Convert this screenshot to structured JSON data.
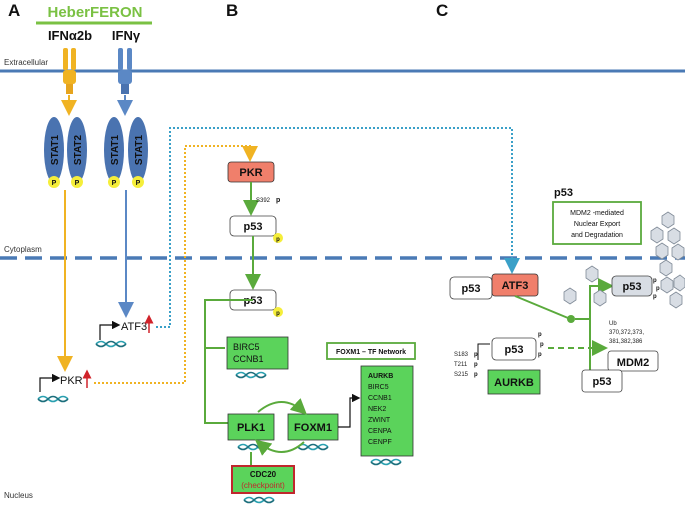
{
  "panels": {
    "a": "A",
    "b": "B",
    "c": "C"
  },
  "brand": "HeberFERON",
  "ligands": {
    "ifna": "IFNα2b",
    "ifng": "IFNγ"
  },
  "zones": {
    "extracellular": "Extracellular",
    "cytoplasm": "Cytoplasm",
    "nucleus": "Nucleus"
  },
  "stat": {
    "stat1": "STAT1",
    "stat2": "STAT2",
    "p": "P"
  },
  "genes": {
    "atf3": "ATF3",
    "pkr": "PKR"
  },
  "panel_b": {
    "pkr": "PKR",
    "s392": "S392",
    "p": "p",
    "p53": "p53",
    "birc5": "BIRC5",
    "ccnb1": "CCNB1",
    "plk1": "PLK1",
    "foxm1": "FOXM1",
    "cdc20": "CDC20",
    "checkpoint": "(checkpoint)",
    "foxm1_network_title": "FOXM1 – TF Network",
    "foxm1_targets": [
      "AURKB",
      "BIRC5",
      "CCNB1",
      "NEK2",
      "ZWINT",
      "CENPA",
      "CENPF"
    ]
  },
  "panel_c": {
    "title": "p53",
    "mdm2_note": [
      "MDM2 -mediated",
      "Nuclear Export",
      "and Degradation"
    ],
    "p53": "p53",
    "atf3": "ATF3",
    "aurkb": "AURKB",
    "mdm2": "MDM2",
    "sites": [
      "S183",
      "T211",
      "S215"
    ],
    "p": "p",
    "ub": "Ub",
    "ub_sites": [
      "370,372,373,",
      "381,382,386"
    ]
  },
  "colors": {
    "membrane": "#4a7ab5",
    "green": "#5aaa3c",
    "brand_green": "#7ac143",
    "stat_blue": "#4a73b0",
    "salmon": "#f07f6b",
    "box_green": "#5bd35b",
    "orange": "#f0b323",
    "dotted_blue": "#3aa0c8",
    "phospho": "#f5ee3a"
  }
}
